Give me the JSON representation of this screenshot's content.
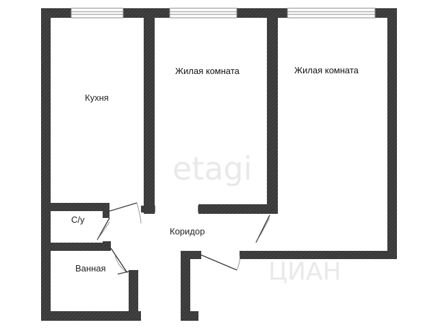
{
  "plan": {
    "rooms": [
      {
        "id": "kitchen",
        "label": "Кухня"
      },
      {
        "id": "living-1",
        "label": "Жилая комната"
      },
      {
        "id": "living-2",
        "label": "Жилая комната"
      },
      {
        "id": "wc",
        "label": "С/у"
      },
      {
        "id": "corridor",
        "label": "Коридор"
      },
      {
        "id": "bathroom",
        "label": "Ванная"
      }
    ],
    "watermarks": [
      "etagi",
      "ЦИАН"
    ]
  }
}
